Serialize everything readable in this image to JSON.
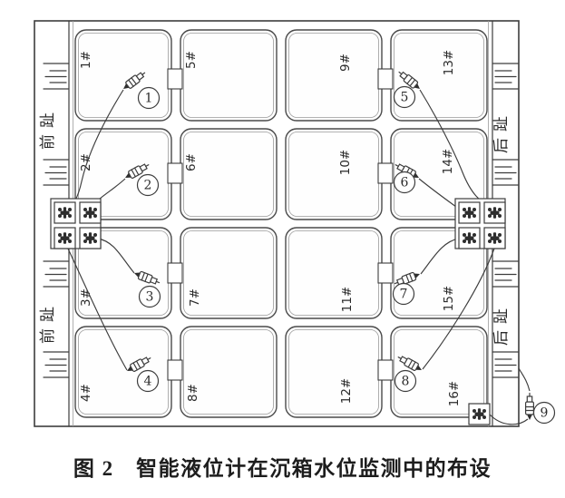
{
  "caption": "图 2　智能液位计在沉箱水位监测中的布设",
  "walls": {
    "front_toe": "前趾",
    "rear_toe": "后趾"
  },
  "compartments": [
    "1#",
    "2#",
    "3#",
    "4#",
    "5#",
    "6#",
    "7#",
    "8#",
    "9#",
    "10#",
    "11#",
    "12#",
    "13#",
    "14#",
    "15#",
    "16#"
  ],
  "sensors": [
    "1",
    "2",
    "3",
    "4",
    "5",
    "6",
    "7",
    "8",
    "9"
  ],
  "colors": {
    "line": "#3d3d3d",
    "background": "#ffffff"
  }
}
